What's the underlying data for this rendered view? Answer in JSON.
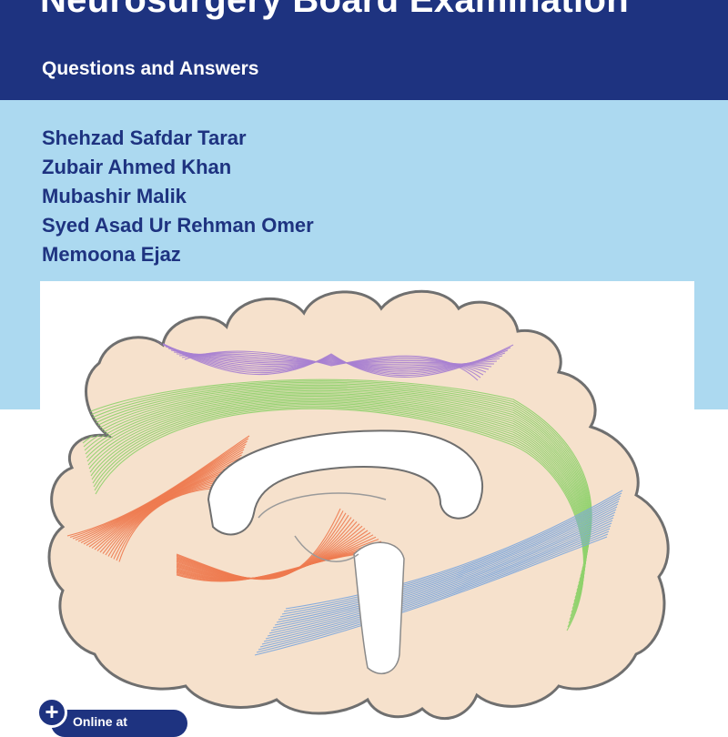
{
  "cover": {
    "title": "Neurosurgery Board Examination",
    "subtitle": "Questions and Answers",
    "authors": [
      "Shehzad Safdar Tarar",
      "Zubair Ahmed Khan",
      "Mubashir Malik",
      "Syed Asad Ur Rehman Omer",
      "Memoona Ejaz"
    ],
    "badge_text": "Online at"
  },
  "colors": {
    "dark_blue": "#1e3380",
    "light_blue": "#acd9f0",
    "brain_fill": "#f6e1cc",
    "fiber_purple": "#a77fd1",
    "fiber_green": "#8fd16b",
    "fiber_orange": "#ee7a4f",
    "fiber_blue": "#7aa6df"
  },
  "illustration": {
    "subject": "brain-sagittal-section-fiber-tracts-icon"
  }
}
